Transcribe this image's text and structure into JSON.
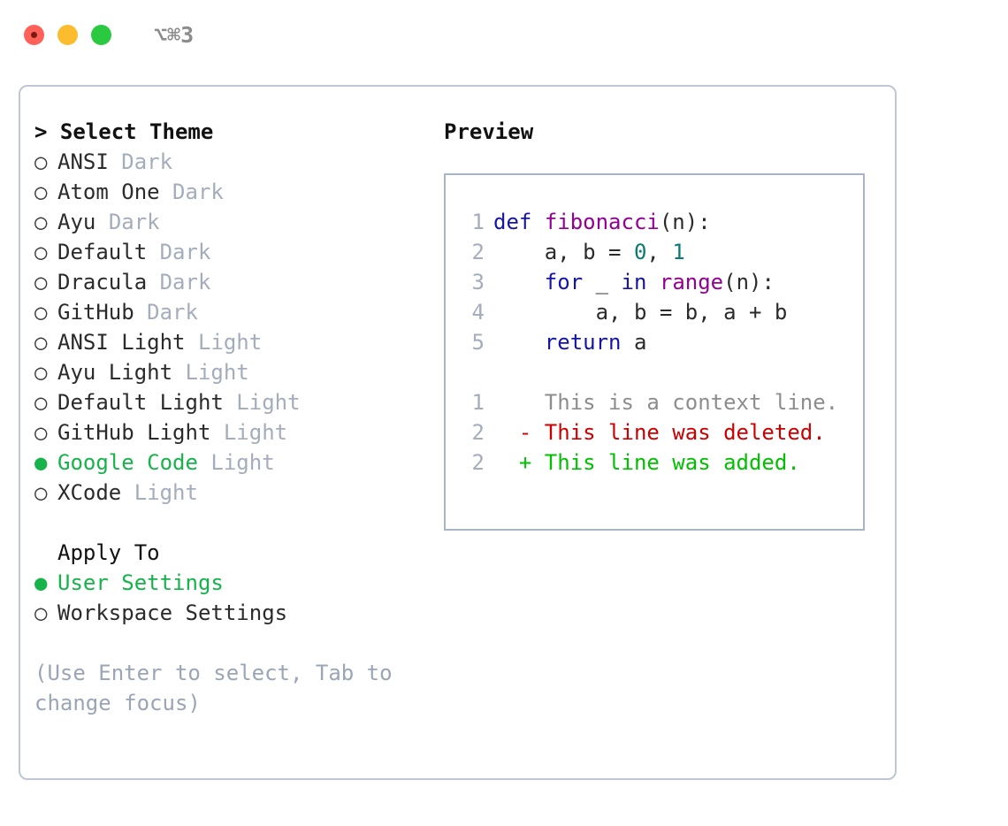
{
  "window": {
    "shortcut_label": "⌥⌘3",
    "traffic_lights": [
      "close-button",
      "minimize-button",
      "zoom-button"
    ]
  },
  "theme_picker": {
    "header": "> Select Theme",
    "bullet_selected": "●",
    "bullet_unselected": "○",
    "items": [
      {
        "name": "ANSI",
        "kind": "Dark",
        "selected": false
      },
      {
        "name": "Atom One",
        "kind": "Dark",
        "selected": false
      },
      {
        "name": "Ayu",
        "kind": "Dark",
        "selected": false
      },
      {
        "name": "Default",
        "kind": "Dark",
        "selected": false
      },
      {
        "name": "Dracula",
        "kind": "Dark",
        "selected": false
      },
      {
        "name": "GitHub",
        "kind": "Dark",
        "selected": false
      },
      {
        "name": "ANSI Light",
        "kind": "Light",
        "selected": false
      },
      {
        "name": "Ayu Light",
        "kind": "Light",
        "selected": false
      },
      {
        "name": "Default Light",
        "kind": "Light",
        "selected": false
      },
      {
        "name": "GitHub Light",
        "kind": "Light",
        "selected": false
      },
      {
        "name": "Google Code",
        "kind": "Light",
        "selected": true
      },
      {
        "name": "XCode",
        "kind": "Light",
        "selected": false
      }
    ]
  },
  "apply_to": {
    "header": "Apply To",
    "options": [
      {
        "label": "User Settings",
        "selected": true
      },
      {
        "label": "Workspace Settings",
        "selected": false
      }
    ]
  },
  "hint": "(Use Enter to select, Tab to change focus)",
  "preview": {
    "title": "Preview",
    "code_lines": [
      {
        "num": "1",
        "tokens": [
          {
            "t": "def",
            "c": "kw"
          },
          {
            "t": " ",
            "c": "txt"
          },
          {
            "t": "fibonacci",
            "c": "fn"
          },
          {
            "t": "(n):",
            "c": "punct"
          }
        ]
      },
      {
        "num": "2",
        "tokens": [
          {
            "t": "    a, b = ",
            "c": "txt"
          },
          {
            "t": "0",
            "c": "num"
          },
          {
            "t": ", ",
            "c": "txt"
          },
          {
            "t": "1",
            "c": "num"
          }
        ]
      },
      {
        "num": "3",
        "tokens": [
          {
            "t": "    ",
            "c": "txt"
          },
          {
            "t": "for",
            "c": "kw"
          },
          {
            "t": " _ ",
            "c": "txt"
          },
          {
            "t": "in",
            "c": "kw"
          },
          {
            "t": " ",
            "c": "txt"
          },
          {
            "t": "range",
            "c": "fn"
          },
          {
            "t": "(n):",
            "c": "punct"
          }
        ]
      },
      {
        "num": "4",
        "tokens": [
          {
            "t": "        a, b = b, a + b",
            "c": "txt"
          }
        ]
      },
      {
        "num": "5",
        "tokens": [
          {
            "t": "    ",
            "c": "txt"
          },
          {
            "t": "return",
            "c": "kw"
          },
          {
            "t": " a",
            "c": "txt"
          }
        ]
      }
    ],
    "diff_lines": [
      {
        "num": "1",
        "marker": " ",
        "text": "This is a context line.",
        "kind": "ctx"
      },
      {
        "num": "2",
        "marker": "-",
        "text": "This line was deleted.",
        "kind": "del"
      },
      {
        "num": "2",
        "marker": "+",
        "text": "This line was added.",
        "kind": "add"
      }
    ]
  },
  "colors": {
    "accent_green": "#16b34a",
    "muted": "#a4adbb",
    "keyword": "#1414a8",
    "function": "#930093",
    "number": "#0a7a73",
    "diff_deleted": "#cc0000",
    "diff_added": "#00c000",
    "panel_border": "#a9b5c6"
  }
}
